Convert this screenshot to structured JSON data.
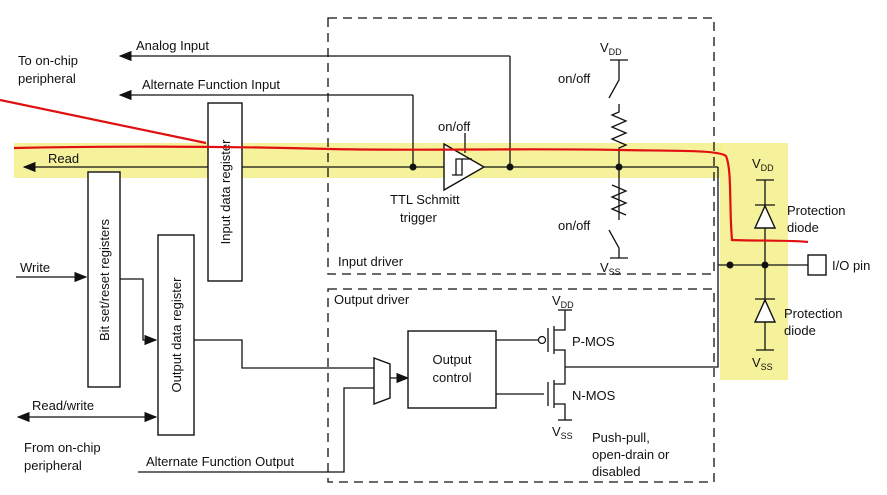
{
  "signals": {
    "analog_input": "Analog Input",
    "to_onchip": [
      "To on-chip",
      "peripheral"
    ],
    "alt_func_input": "Alternate Function Input",
    "read": "Read",
    "write": "Write",
    "read_write": "Read/write",
    "from_onchip": [
      "From on-chip",
      "peripheral"
    ],
    "alt_func_output": "Alternate Function Output"
  },
  "blocks": {
    "input_data_register": "Input data register",
    "bit_set_reset": "Bit set/reset registers",
    "output_data_register": "Output data register",
    "output_control": [
      "Output",
      "control"
    ]
  },
  "input_driver": {
    "label": "Input driver",
    "onoff_trigger": "on/off",
    "schmitt": [
      "TTL Schmitt",
      "trigger"
    ],
    "onoff_top": "on/off",
    "onoff_bottom": "on/off",
    "vdd": {
      "main": "V",
      "sub": "DD"
    },
    "vss": {
      "main": "V",
      "sub": "SS"
    }
  },
  "output_driver": {
    "label": "Output driver",
    "vdd": {
      "main": "V",
      "sub": "DD"
    },
    "vss": {
      "main": "V",
      "sub": "SS"
    },
    "pmos": "P-MOS",
    "nmos": "N-MOS",
    "modes": [
      "Push-pull,",
      "open-drain or",
      "disabled"
    ]
  },
  "protection": {
    "vdd": {
      "main": "V",
      "sub": "DD"
    },
    "vss": {
      "main": "V",
      "sub": "SS"
    },
    "top": [
      "Protection",
      "diode"
    ],
    "bottom": [
      "Protection",
      "diode"
    ],
    "io_pin": "I/O pin"
  },
  "colors": {
    "highlight": "#f5f08a",
    "annotation": "#e01010"
  }
}
